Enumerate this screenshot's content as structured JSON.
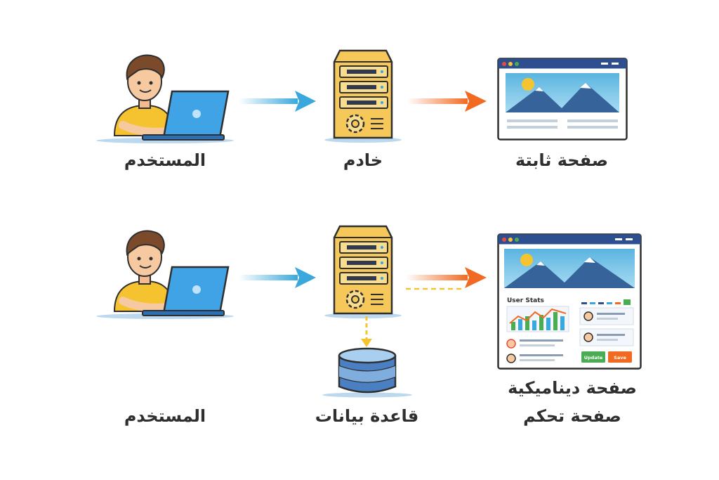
{
  "static_row": {
    "user_label": "المستخدم",
    "server_label": "خادم",
    "page_label": "صفحة ثابتة"
  },
  "dynamic_row": {
    "user_label": "المستخدم",
    "server_label": "",
    "database_label": "قاعدة بيانات",
    "page_label_line1": "صفحة ديناميكية",
    "page_label_line2": "صفحة تحكم",
    "dashboard": {
      "stats_title": "User Stats",
      "update_button": "Update",
      "save_button": "Save"
    }
  },
  "colors": {
    "arrow_blue": "#3aa8dc",
    "arrow_orange": "#f26a21",
    "dashed_yellow": "#f5c431",
    "server_body": "#f6c85a",
    "browser_bar": "#2d4f8f",
    "update_button": "#4aad52",
    "save_button": "#f26a21"
  }
}
